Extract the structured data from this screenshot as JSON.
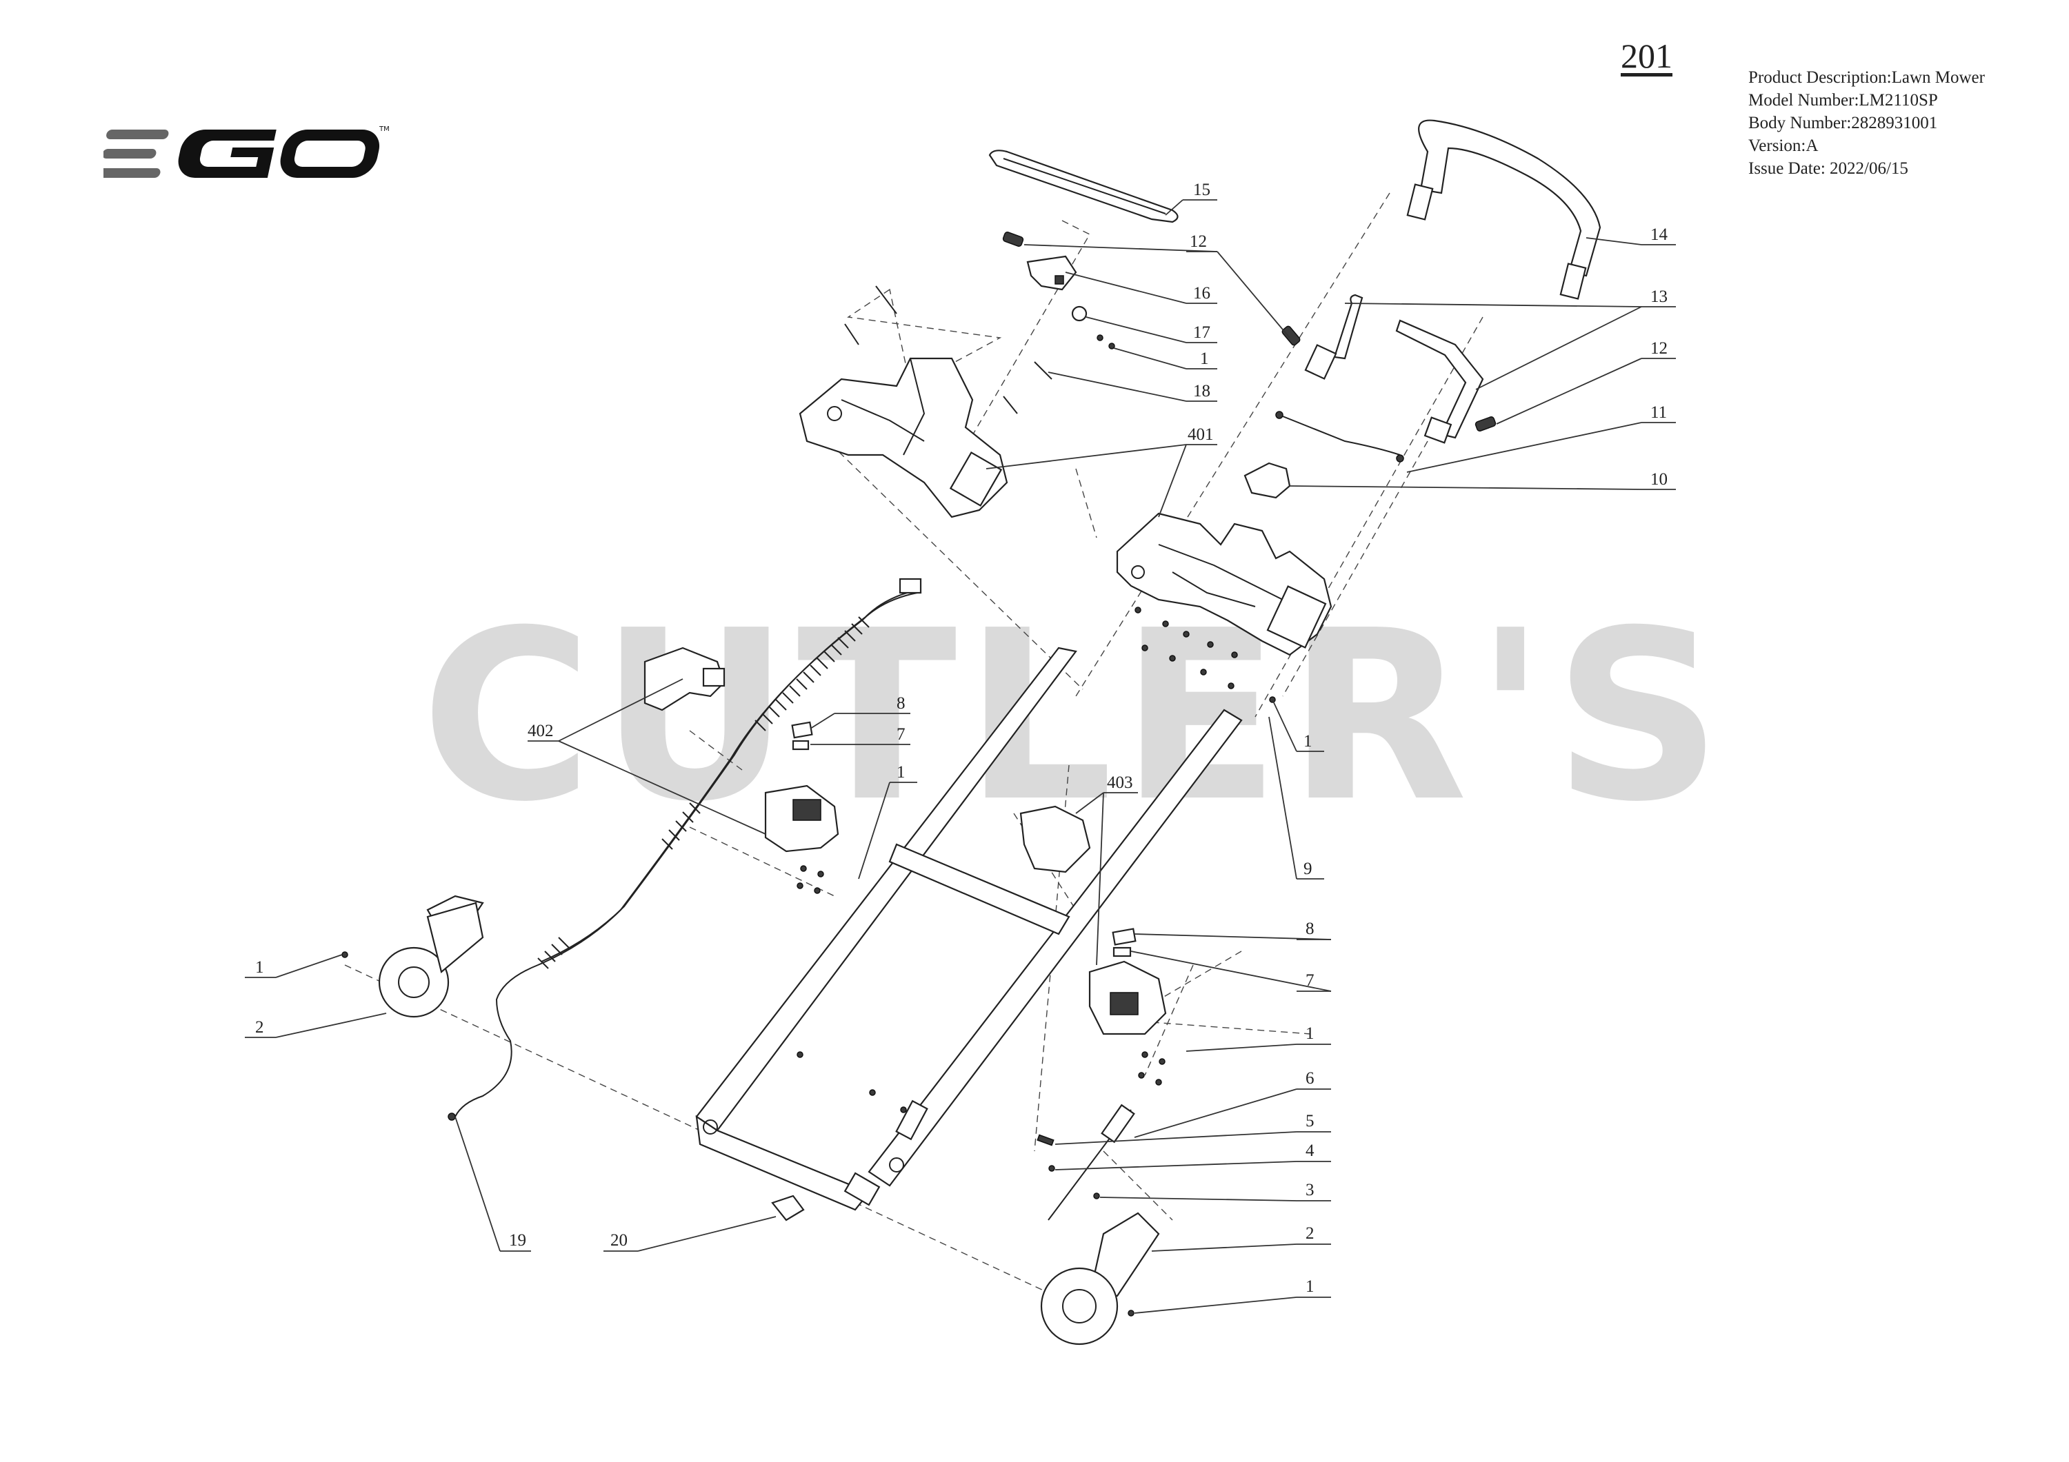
{
  "header": {
    "sheet_number": "201",
    "brand_logo_text": "EGO",
    "info_lines": [
      "Product Description:Lawn Mower",
      "Model Number:LM2110SP",
      "Body Number:2828931001",
      "Version:A",
      "Issue Date: 2022/06/15"
    ]
  },
  "watermark": "CUTLER'S",
  "callouts": {
    "c15": "15",
    "c12a": "12",
    "c16": "16",
    "c17": "17",
    "c1a": "1",
    "c18": "18",
    "c401": "401",
    "c14": "14",
    "c13": "13",
    "c12b": "12",
    "c11": "11",
    "c10": "10",
    "c1b": "1",
    "c9": "9",
    "c402": "402",
    "c8a": "8",
    "c7a": "7",
    "c1c": "1",
    "c403": "403",
    "c8b": "8",
    "c7b": "7",
    "c1d": "1",
    "c6": "6",
    "c5": "5",
    "c4": "4",
    "c3": "3",
    "c2b": "2",
    "c1e": "1",
    "c1f": "1",
    "c2a": "2",
    "c19": "19",
    "c20": "20"
  }
}
